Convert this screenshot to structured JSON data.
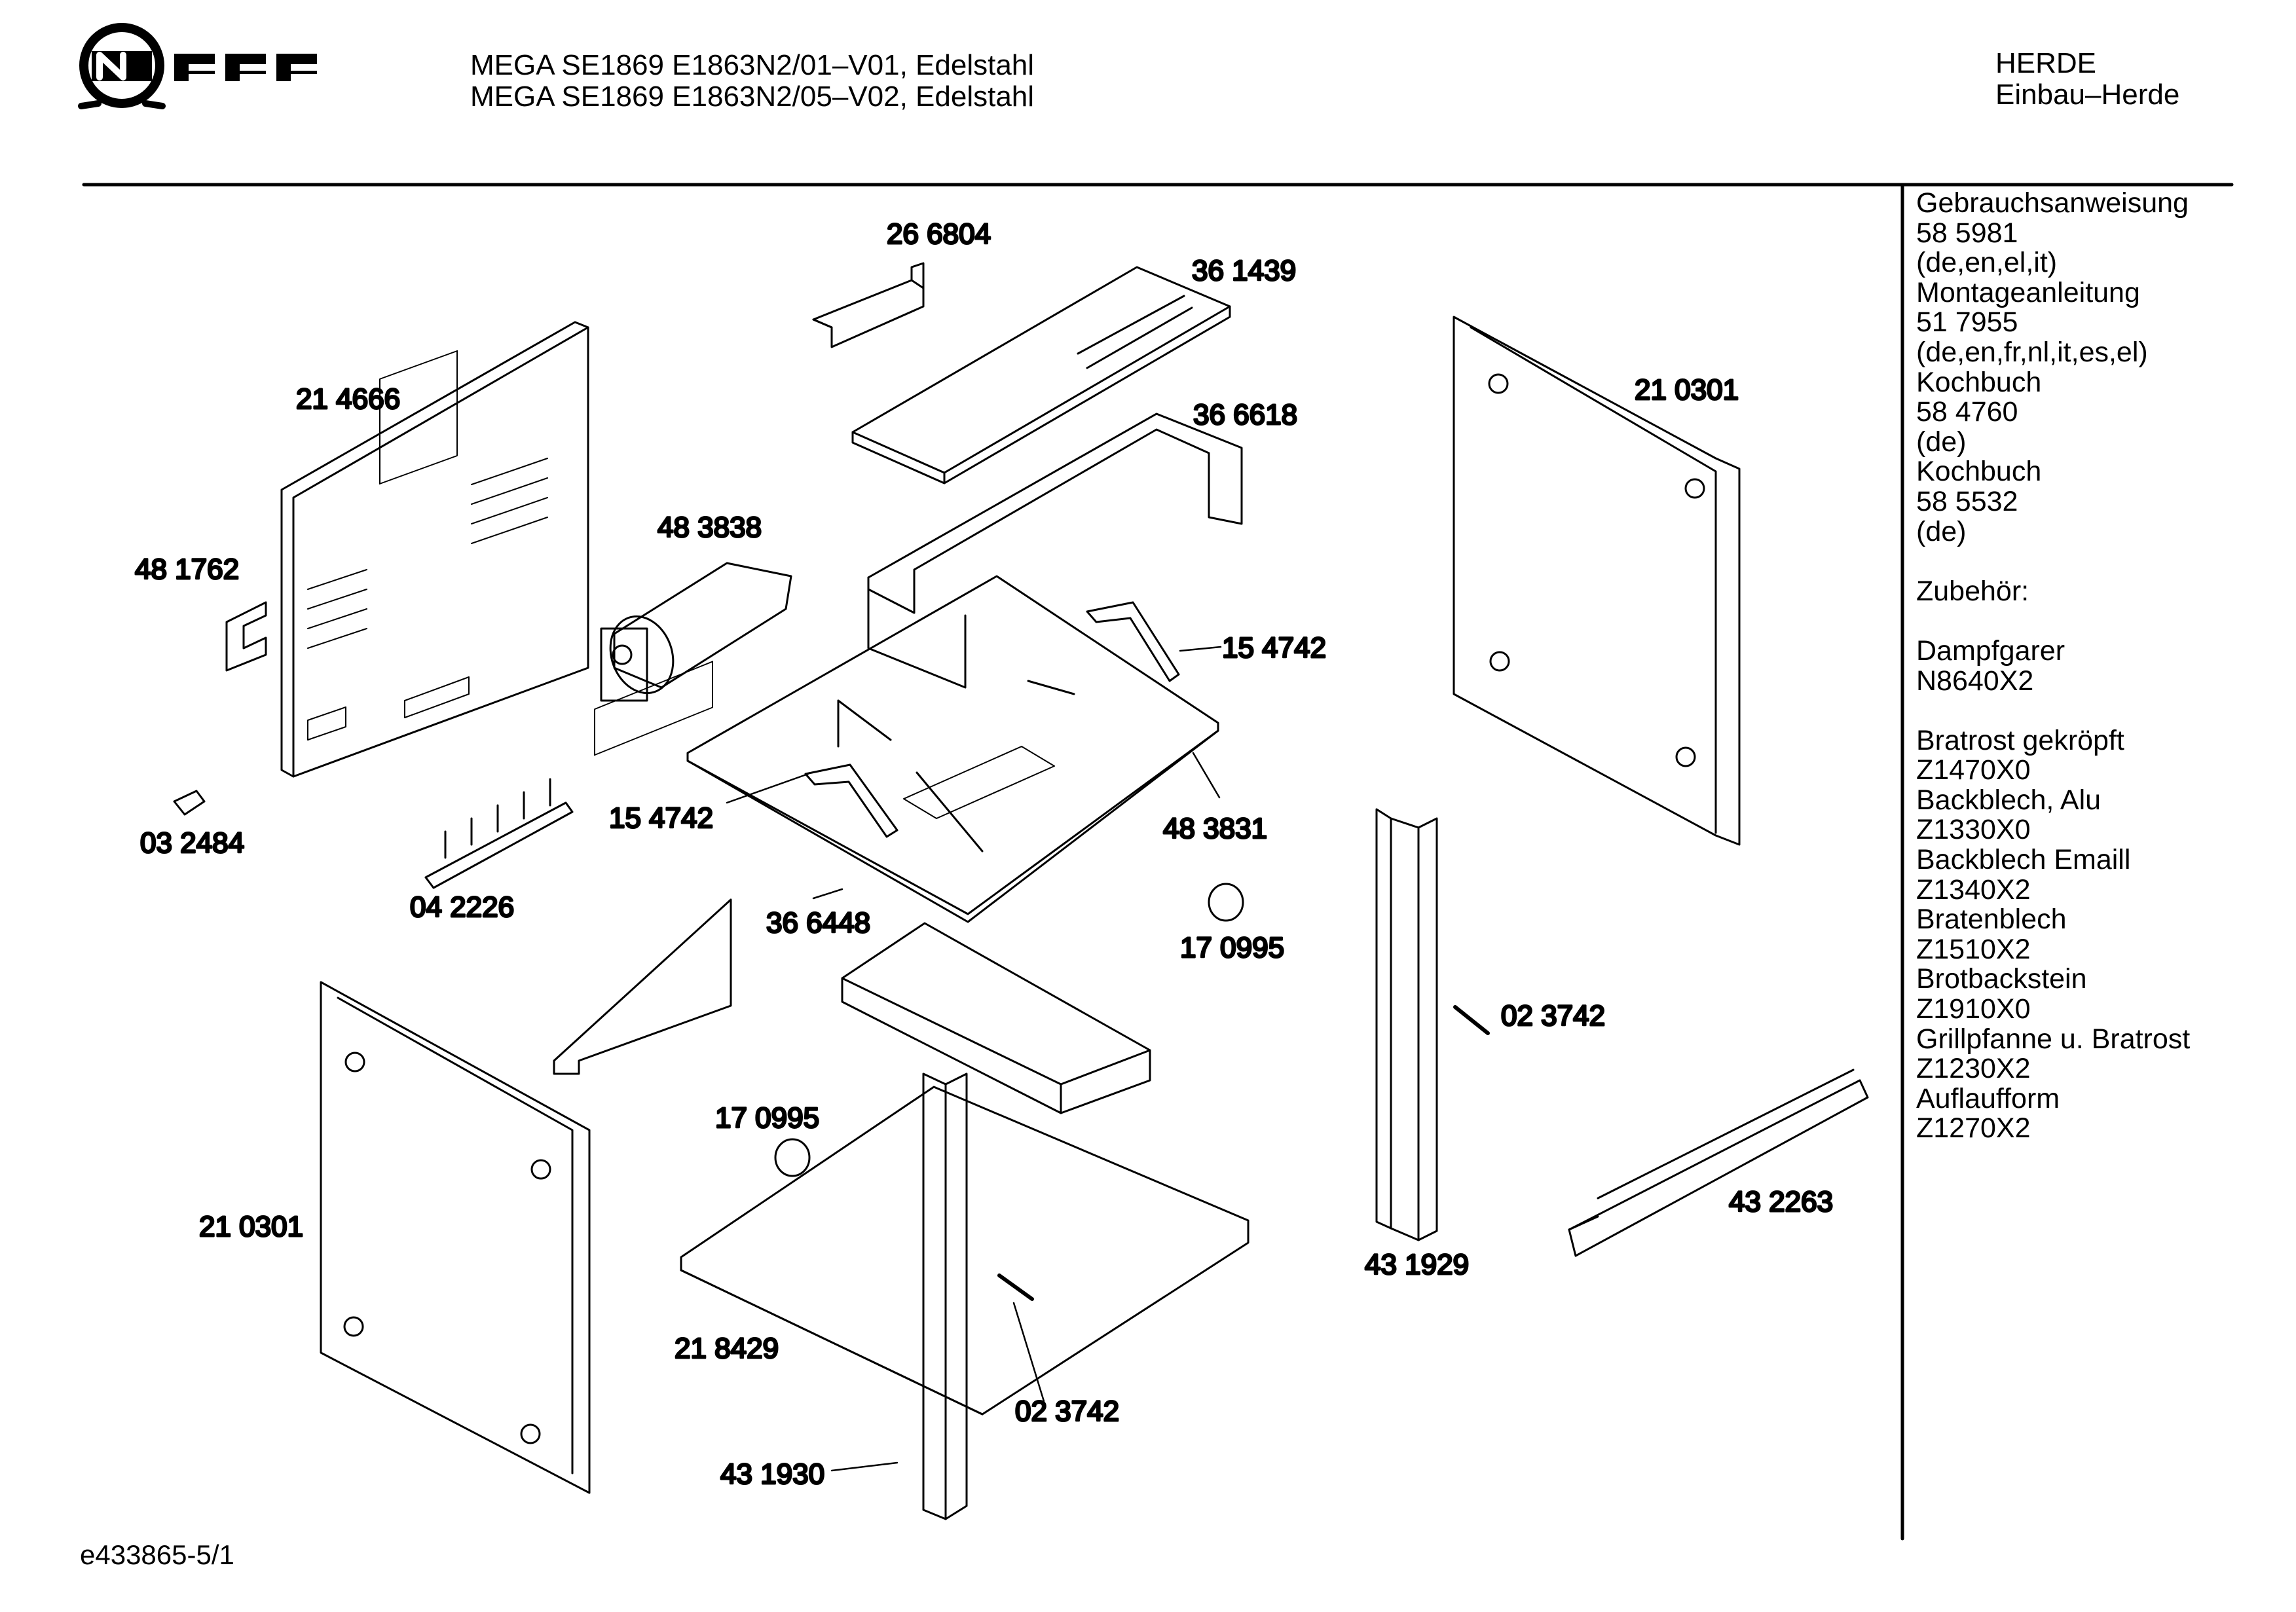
{
  "brand": "NEFF",
  "header": {
    "model_line_1": "MEGA SE1869 E1863N2/01–V01, Edelstahl",
    "model_line_2": "MEGA SE1869 E1863N2/05–V02, Edelstahl",
    "category_1": "HERDE",
    "category_2": "Einbau–Herde"
  },
  "footer": {
    "drawing_id": "e433865-5/1"
  },
  "sidebar": [
    "Gebrauchsanweisung",
    "58 5981",
    "(de,en,el,it)",
    "Montageanleitung",
    "51 7955",
    "(de,en,fr,nl,it,es,el)",
    "Kochbuch",
    "58 4760",
    "(de)",
    "Kochbuch",
    "58 5532",
    "(de)",
    "",
    "Zubehör:",
    "",
    "Dampfgarer",
    "N8640X2",
    "",
    "Bratrost gekröpft",
    "Z1470X0",
    "Backblech, Alu",
    "Z1330X0",
    "Backblech Emaill",
    "Z1340X2",
    "Bratenblech",
    "Z1510X2",
    "Brotbackstein",
    "Z1910X0",
    "Grillpfanne u. Bratrost",
    "Z1230X2",
    "Auflaufform",
    "Z1270X2"
  ],
  "parts": {
    "p266804": "26 6804",
    "p361439": "36 1439",
    "p214666": "21 4666",
    "p366618": "36 6618",
    "p210301_right": "21 0301",
    "p483838": "48 3838",
    "p481762": "48 1762",
    "p154742_right": "15 4742",
    "p154742_left": "15 4742",
    "p483831": "48 3831",
    "p032484": "03 2484",
    "p042226": "04 2226",
    "p366448": "36 6448",
    "p170995_right": "17 0995",
    "p023742_right": "02 3742",
    "p170995_left": "17 0995",
    "p432263": "43 2263",
    "p210301_left": "21 0301",
    "p431929": "43 1929",
    "p218429": "21 8429",
    "p023742_bottom": "02 3742",
    "p431930": "43 1930"
  }
}
